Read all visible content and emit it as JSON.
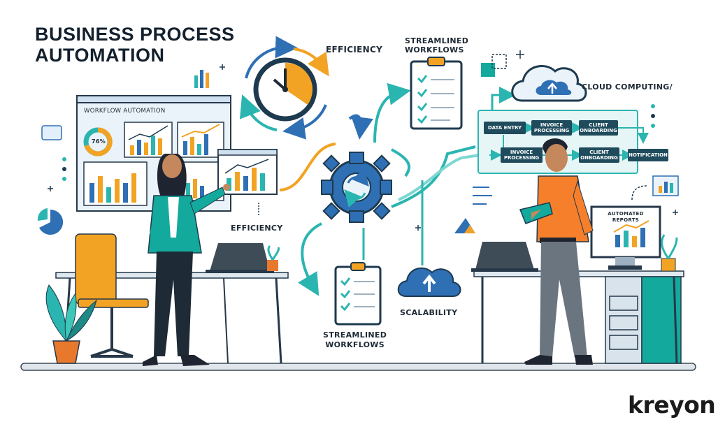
{
  "title_line1": "BUSINESS PROCESS",
  "title_line2": "AUTOMATION",
  "labels": {
    "efficiency_top": "EFFICIENCY",
    "streamlined_top_1": "STREAMLINED",
    "streamlined_top_2": "WORKFLOWS",
    "cloud_computing": "CLOUD COMPUTING/",
    "efficiency_mid": "EFFICIENCY",
    "scalability": "SCALABILITY",
    "streamlined_bottom_1": "STREAMLINED",
    "streamlined_bottom_2": "WORKFLOWS"
  },
  "dashboard": {
    "title": "WORKFLOW AUTOMATION",
    "donut_value": "76%"
  },
  "flow": {
    "row1": [
      "DATA ENTRY",
      "INVOICE PROCESSING",
      "CLIENT ONBOARDING"
    ],
    "row2": [
      "INVOICE PROCESSING",
      "CLIENT ONBOARDING",
      "NOTIFICATION"
    ]
  },
  "monitor": {
    "line1": "AUTOMATED",
    "line2": "REPORTS"
  },
  "brand": "kreyon",
  "colors": {
    "teal": "#2bb5b0",
    "blue": "#2f6fb4",
    "orange": "#f2a324",
    "navy": "#1e3a4f"
  }
}
